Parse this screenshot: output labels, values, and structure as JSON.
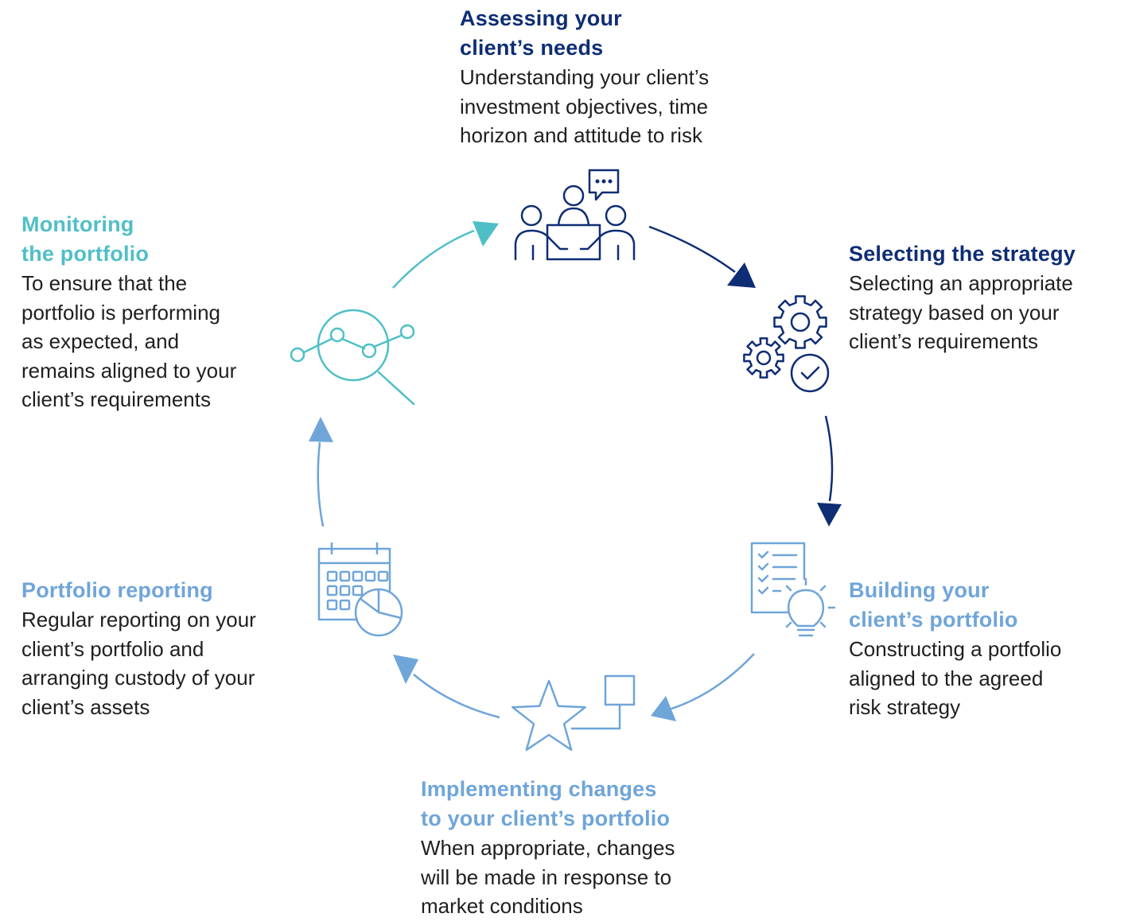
{
  "colors": {
    "navy": "#0f2d75",
    "teal": "#4fbfc7",
    "light_blue": "#6fa5d9",
    "text": "#1f1f1f"
  },
  "steps": [
    {
      "id": "assessing",
      "color": "#0f2d75",
      "icon": "meeting-icon",
      "title": [
        "Assessing your",
        "client’s needs"
      ],
      "description": [
        "Understanding your client’s",
        "investment objectives, time",
        "horizon and attitude to risk"
      ]
    },
    {
      "id": "selecting",
      "color": "#0f2d75",
      "icon": "gears-check-icon",
      "title": [
        "Selecting the strategy"
      ],
      "description": [
        "Selecting an appropriate",
        "strategy based on your",
        "client’s requirements"
      ]
    },
    {
      "id": "building",
      "color": "#6fa5d9",
      "icon": "checklist-lightbulb-icon",
      "title": [
        "Building your",
        "client’s portfolio"
      ],
      "description": [
        "Constructing a portfolio",
        "aligned to the agreed",
        "risk strategy"
      ]
    },
    {
      "id": "implementing",
      "color": "#6fa5d9",
      "icon": "star-flow-icon",
      "title": [
        "Implementing changes",
        "to your client’s portfolio"
      ],
      "description": [
        "When appropriate, changes",
        "will be made in response to",
        "market conditions"
      ]
    },
    {
      "id": "reporting",
      "color": "#6fa5d9",
      "icon": "calendar-pie-icon",
      "title": [
        "Portfolio reporting"
      ],
      "description": [
        "Regular reporting on your",
        "client’s portfolio and",
        "arranging custody of your",
        "client’s assets"
      ]
    },
    {
      "id": "monitoring",
      "color": "#4fbfc7",
      "icon": "magnifier-trend-icon",
      "title": [
        "Monitoring",
        "the portfolio"
      ],
      "description": [
        "To ensure that the",
        "portfolio is performing",
        "as expected, and",
        "remains aligned to your",
        "client’s requirements"
      ]
    }
  ]
}
